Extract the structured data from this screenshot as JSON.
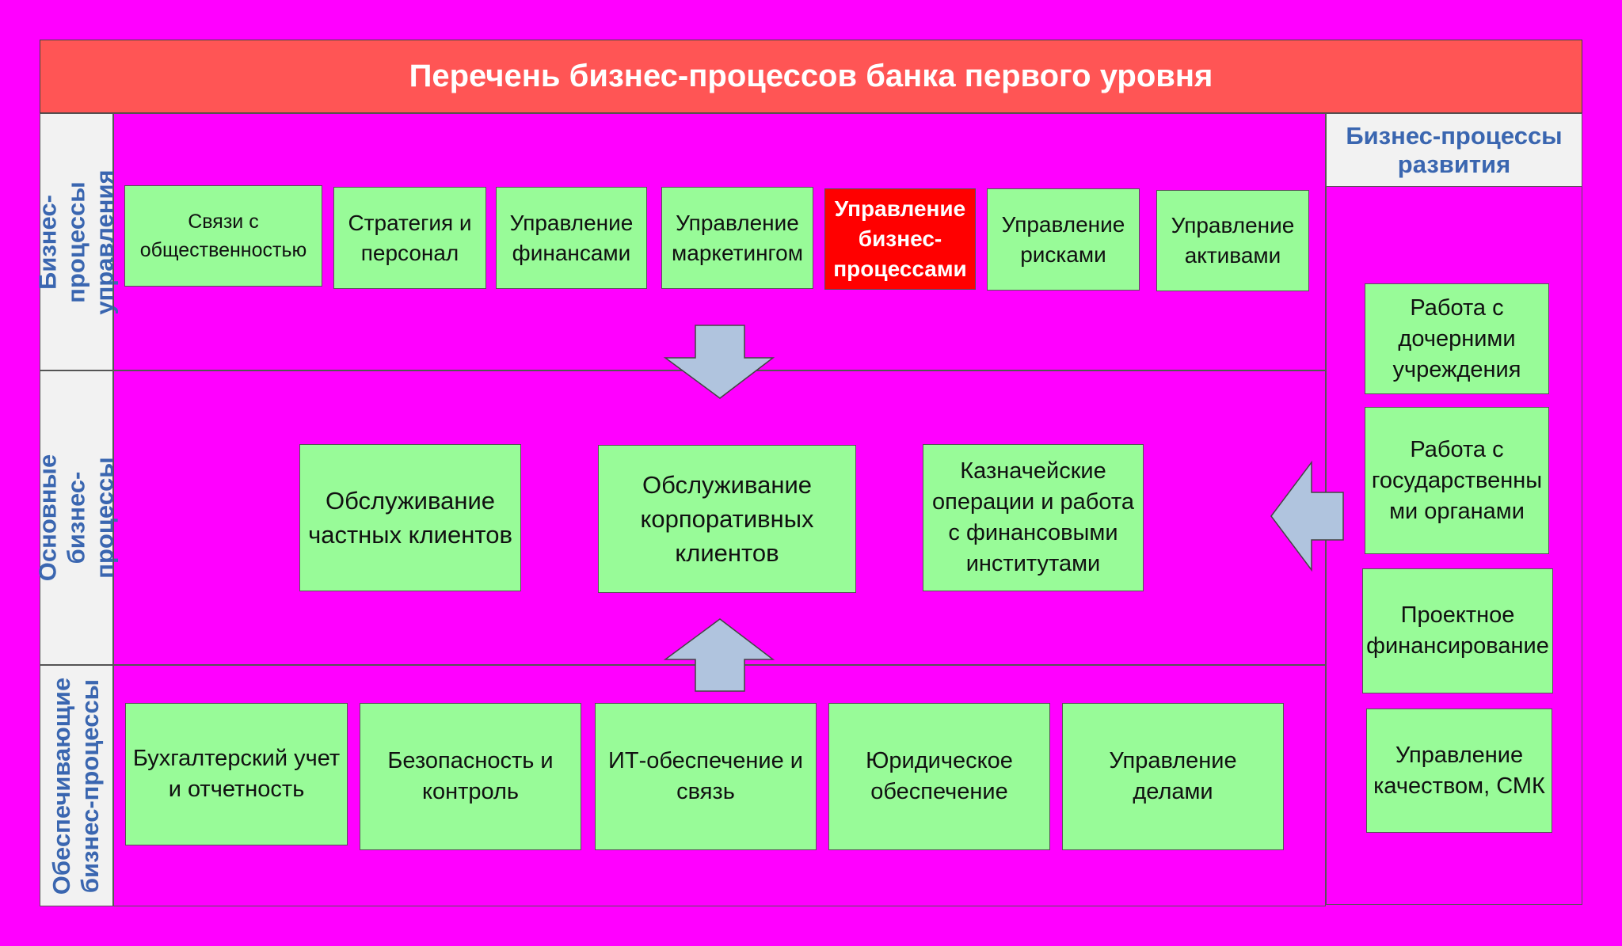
{
  "title": "Перечень бизнес-процессов банка первого уровня",
  "sections": {
    "management_label": "Бизнес-процессы\nуправления",
    "core_label": "Основные бизнес-\nпроцессы",
    "support_label": "Обеспечивающие\nбизнес-процессы",
    "development_label": "Бизнес-процессы\nразвития"
  },
  "management": [
    "Связи с\nобщественностью",
    "Стратегия и\nперсонал",
    "Управление\nфинансами",
    "Управление\nмаркетингом",
    "Управление\nбизнес-\nпроцессами",
    "Управление\nрисками",
    "Управление\nактивами"
  ],
  "core": [
    "Обслуживание\nчастных клиентов",
    "Обслуживание\nкорпоративных\nклиентов",
    "Казначейские\nоперации и работа\nс финансовыми\nинститутами"
  ],
  "support": [
    "Бухгалтерский учет\nи отчетность",
    "Безопасность и\nконтроль",
    "ИТ-обеспечение и\nсвязь",
    "Юридическое\nобеспечение",
    "Управление\nделами"
  ],
  "development": [
    "Работа с\nдочерними\nучреждения",
    "Работа с\nгосударственны\nми органами",
    "Проектное\nфинансирование",
    "Управление\nкачеством, СМК"
  ],
  "colors": {
    "background": "#ff00ff",
    "title_bar": "#ff5555",
    "process_box": "#98fb98",
    "highlight_box": "#ff0000",
    "label_text": "#3a66b0",
    "arrow_fill": "#b0c4de"
  },
  "highlighted_process": "Управление\nбизнес-\nпроцессами"
}
